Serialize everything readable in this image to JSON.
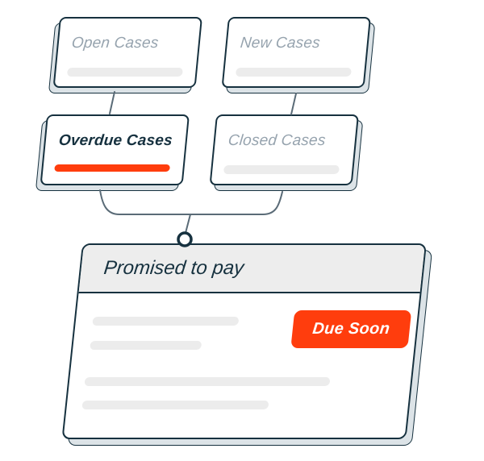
{
  "diagram": {
    "nodes": [
      {
        "id": "open-cases",
        "label": "Open Cases",
        "placeholder_bar": true,
        "highlighted": false
      },
      {
        "id": "new-cases",
        "label": "New Cases",
        "placeholder_bar": true,
        "highlighted": false
      },
      {
        "id": "overdue-cases",
        "label": "Overdue Cases",
        "placeholder_bar": true,
        "highlighted": true
      },
      {
        "id": "closed-cases",
        "label": "Closed Cases",
        "placeholder_bar": true,
        "highlighted": false
      }
    ],
    "detail_card": {
      "title": "Promised to pay",
      "badge_label": "Due Soon",
      "placeholder_bars": 4
    },
    "colors": {
      "navy_outline": "#16313F",
      "muted_label": "#96A3AE",
      "accent_orange": "#FF3D0D",
      "placeholder_gray": "#ECECEC",
      "header_gray": "#EDEDED",
      "slab_gray": "#DCE3E7",
      "connector_gray": "#5A6B77",
      "background": "#FFFFFF"
    }
  }
}
